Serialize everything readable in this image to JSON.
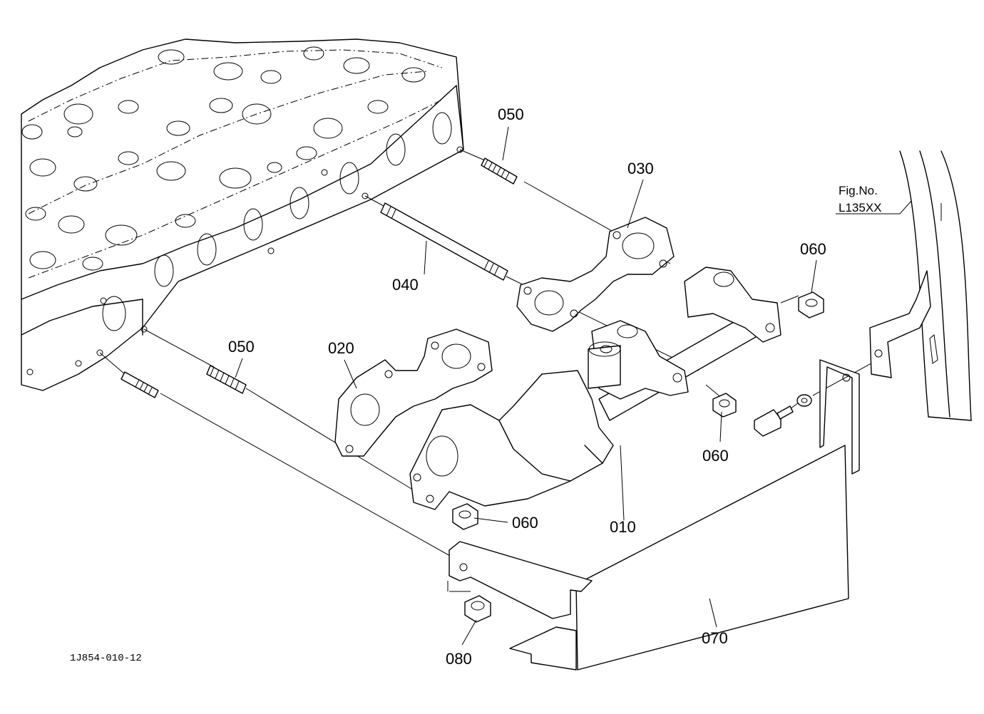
{
  "figure_reference": {
    "line1": "Fig.No.",
    "line2": "L135XX"
  },
  "drawing_code": "1J854-010-12",
  "callouts": {
    "c010": "010",
    "c020": "020",
    "c030": "030",
    "c040": "040",
    "c050a": "050",
    "c050b": "050",
    "c060a": "060",
    "c060b": "060",
    "c060c": "060",
    "c070": "070",
    "c080": "080"
  }
}
